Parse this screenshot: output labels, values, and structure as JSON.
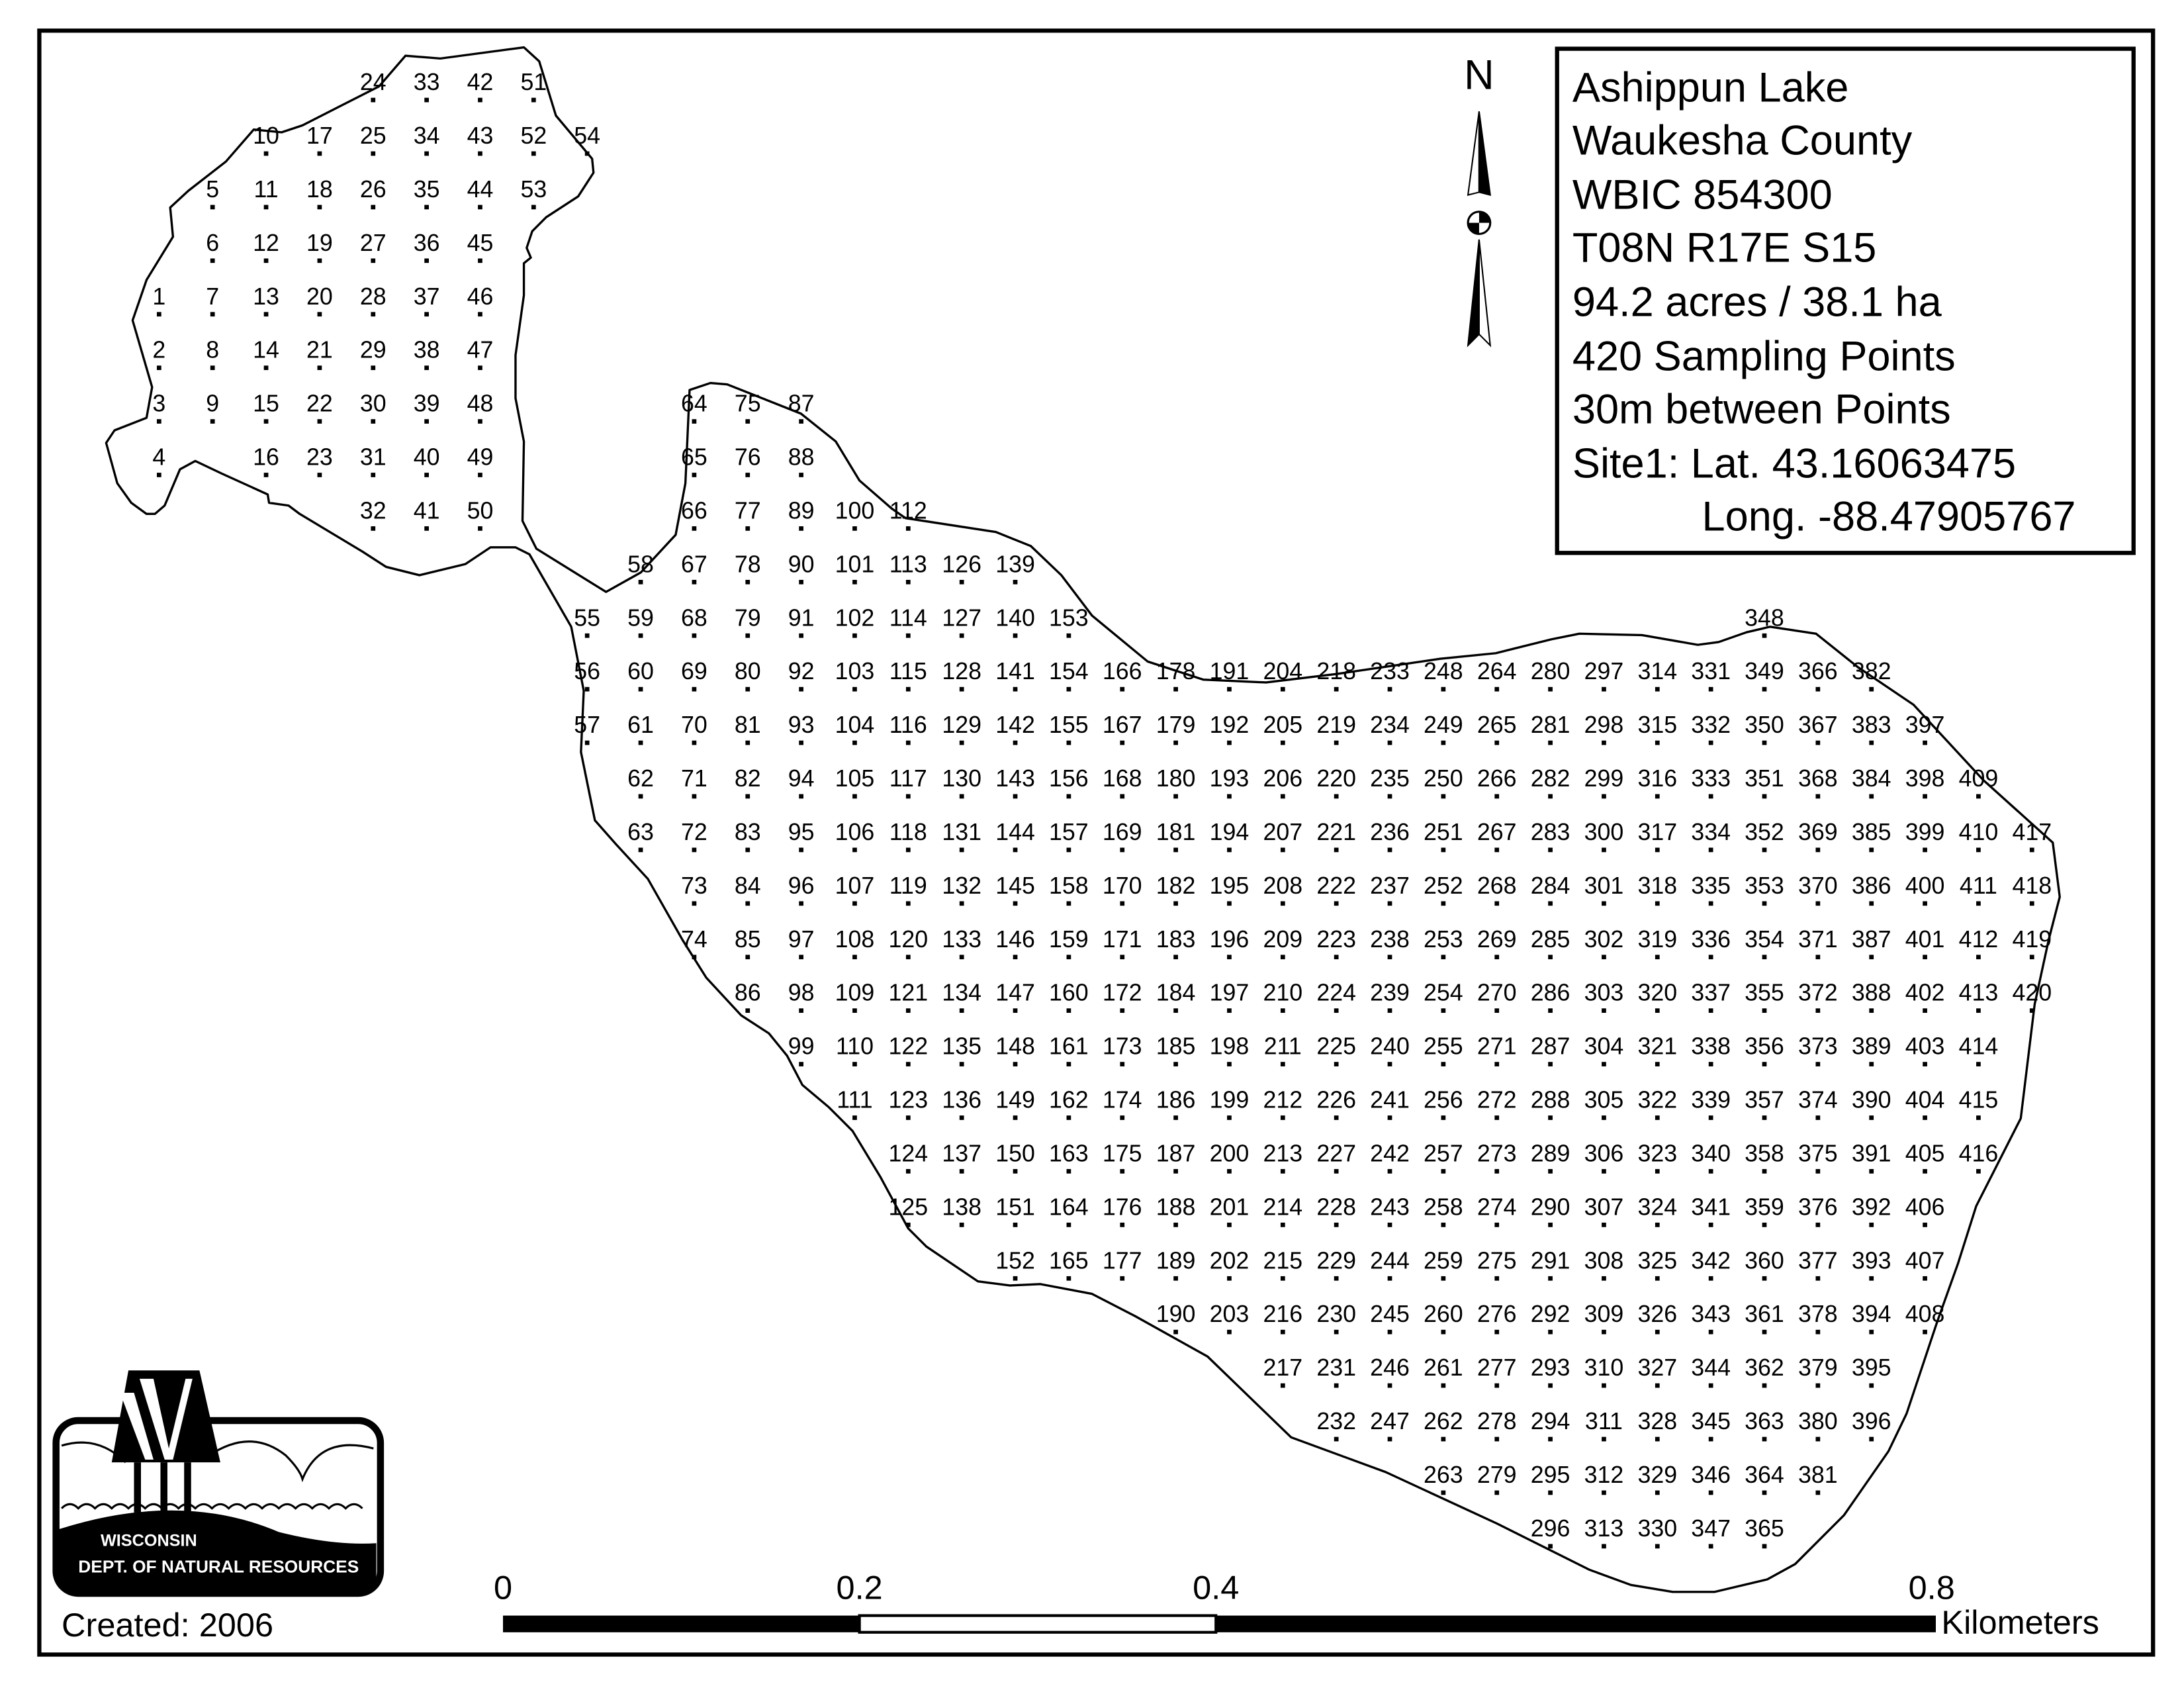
{
  "info_box": {
    "lines": [
      "Ashippun Lake",
      "Waukesha County",
      "WBIC 854300",
      "T08N R17E S15",
      "94.2 acres / 38.1 ha",
      "420 Sampling Points",
      "30m between Points",
      "Site1: Lat. 43.16063475",
      "Long. -88.47905767"
    ]
  },
  "north_arrow": {
    "label": "N",
    "icon": "north-arrow-icon"
  },
  "scale_bar": {
    "ticks": [
      "0",
      "0.2",
      "0.4",
      "0.8"
    ],
    "units": "Kilometers"
  },
  "logo": {
    "line1": "WISCONSIN",
    "line2": "DEPT. OF NATURAL RESOURCES"
  },
  "created": "Created: 2006",
  "colors": {
    "ink": "#000000",
    "paper": "#ffffff"
  },
  "sampling_grid": {
    "point_count": 420,
    "segments": [
      {
        "grid_col": 0,
        "grid_row": 4,
        "first": 1,
        "last": 4
      },
      {
        "grid_col": 1,
        "grid_row": 2,
        "first": 5,
        "last": 9
      },
      {
        "grid_col": 2,
        "grid_row": 1,
        "first": 10,
        "last": 16
      },
      {
        "grid_col": 3,
        "grid_row": 1,
        "first": 17,
        "last": 23
      },
      {
        "grid_col": 4,
        "grid_row": 0,
        "first": 24,
        "last": 32
      },
      {
        "grid_col": 5,
        "grid_row": 0,
        "first": 33,
        "last": 41
      },
      {
        "grid_col": 6,
        "grid_row": 0,
        "first": 42,
        "last": 50
      },
      {
        "grid_col": 7,
        "grid_row": 0,
        "first": 51,
        "last": 53
      },
      {
        "grid_col": 8,
        "grid_row": 1,
        "first": 54,
        "last": 54
      },
      {
        "grid_col": 8,
        "grid_row": 10,
        "first": 55,
        "last": 57
      },
      {
        "grid_col": 9,
        "grid_row": 9,
        "first": 58,
        "last": 63
      },
      {
        "grid_col": 10,
        "grid_row": 6,
        "first": 64,
        "last": 74
      },
      {
        "grid_col": 11,
        "grid_row": 6,
        "first": 75,
        "last": 86
      },
      {
        "grid_col": 12,
        "grid_row": 6,
        "first": 87,
        "last": 99
      },
      {
        "grid_col": 13,
        "grid_row": 8,
        "first": 100,
        "last": 111
      },
      {
        "grid_col": 14,
        "grid_row": 8,
        "first": 112,
        "last": 125
      },
      {
        "grid_col": 15,
        "grid_row": 9,
        "first": 126,
        "last": 138
      },
      {
        "grid_col": 16,
        "grid_row": 9,
        "first": 139,
        "last": 152
      },
      {
        "grid_col": 17,
        "grid_row": 10,
        "first": 153,
        "last": 165
      },
      {
        "grid_col": 18,
        "grid_row": 11,
        "first": 166,
        "last": 177
      },
      {
        "grid_col": 19,
        "grid_row": 11,
        "first": 178,
        "last": 190
      },
      {
        "grid_col": 20,
        "grid_row": 11,
        "first": 191,
        "last": 203
      },
      {
        "grid_col": 21,
        "grid_row": 11,
        "first": 204,
        "last": 217
      },
      {
        "grid_col": 22,
        "grid_row": 11,
        "first": 218,
        "last": 232
      },
      {
        "grid_col": 23,
        "grid_row": 11,
        "first": 233,
        "last": 247
      },
      {
        "grid_col": 24,
        "grid_row": 11,
        "first": 248,
        "last": 263
      },
      {
        "grid_col": 25,
        "grid_row": 11,
        "first": 264,
        "last": 279
      },
      {
        "grid_col": 26,
        "grid_row": 11,
        "first": 280,
        "last": 296
      },
      {
        "grid_col": 27,
        "grid_row": 11,
        "first": 297,
        "last": 313
      },
      {
        "grid_col": 28,
        "grid_row": 11,
        "first": 314,
        "last": 330
      },
      {
        "grid_col": 29,
        "grid_row": 11,
        "first": 331,
        "last": 347
      },
      {
        "grid_col": 30,
        "grid_row": 10,
        "first": 348,
        "last": 365
      },
      {
        "grid_col": 31,
        "grid_row": 11,
        "first": 366,
        "last": 381
      },
      {
        "grid_col": 32,
        "grid_row": 11,
        "first": 382,
        "last": 396
      },
      {
        "grid_col": 33,
        "grid_row": 12,
        "first": 397,
        "last": 408
      },
      {
        "grid_col": 34,
        "grid_row": 13,
        "first": 409,
        "last": 416
      },
      {
        "grid_col": 35,
        "grid_row": 14,
        "first": 417,
        "last": 420
      }
    ]
  }
}
